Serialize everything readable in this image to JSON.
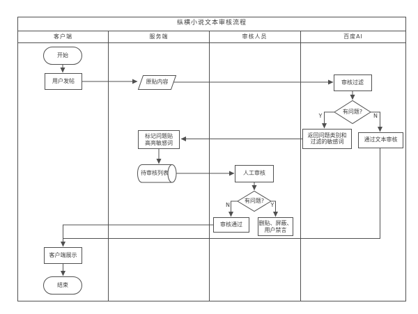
{
  "title": "纵横小说文本审核流程",
  "lanes": [
    {
      "label": "客户端"
    },
    {
      "label": "服务端"
    },
    {
      "label": "审核人员"
    },
    {
      "label": "百度AI"
    }
  ],
  "nodes": {
    "start": {
      "label": "开始",
      "type": "terminator"
    },
    "user_post": {
      "label": "用户发帖",
      "type": "process"
    },
    "post_content": {
      "label": "原贴内容",
      "type": "data"
    },
    "ai_filter": {
      "label": "审核过滤",
      "type": "process"
    },
    "ai_decision": {
      "label": "有问题?",
      "type": "decision"
    },
    "return_result": {
      "label": "返回问题类别和\n过滤的敏感词",
      "type": "process"
    },
    "pass_text_review": {
      "label": "通过文本审核",
      "type": "process"
    },
    "mark_post": {
      "label": "标记问题贴\n高亮敏感词",
      "type": "process"
    },
    "review_queue": {
      "label": "待审核列表",
      "type": "datastore"
    },
    "manual_review": {
      "label": "人工审核",
      "type": "process"
    },
    "manual_decision": {
      "label": "有问题?",
      "type": "decision"
    },
    "review_pass": {
      "label": "审核通过",
      "type": "process"
    },
    "punish": {
      "label": "删贴、屏蔽、\n用户禁言",
      "type": "process"
    },
    "client_display": {
      "label": "客户端展示",
      "type": "process"
    },
    "end": {
      "label": "结束",
      "type": "terminator"
    }
  },
  "edge_labels": {
    "ai_yes": "Y",
    "ai_no": "N",
    "manual_no": "N",
    "manual_yes": "Y"
  },
  "colors": {
    "stroke": "#4f4f4f",
    "text": "#3c3c3c",
    "fill": "#ffffff",
    "background": "#ffffff"
  }
}
